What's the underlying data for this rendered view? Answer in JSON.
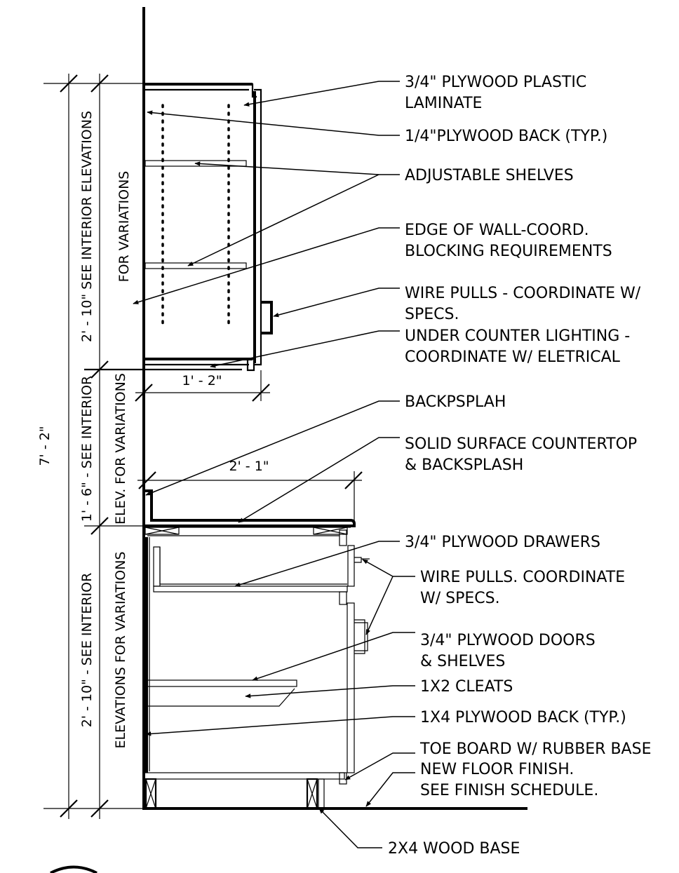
{
  "labels": {
    "plywood_laminate_1": "3/4\" PLYWOOD PLASTIC",
    "plywood_laminate_2": "LAMINATE",
    "plywood_back_upper": "1/4\"PLYWOOD BACK (TYP.)",
    "adjustable_shelves": "ADJUSTABLE SHELVES",
    "wall_edge_1": "EDGE OF WALL-COORD.",
    "wall_edge_2": "BLOCKING REQUIREMENTS",
    "wire_pulls_upper_1": "WIRE PULLS - COORDINATE W/",
    "wire_pulls_upper_2": "SPECS.",
    "lighting_1": "UNDER COUNTER LIGHTING -",
    "lighting_2": "COORDINATE W/ ELETRICAL",
    "backsplash": "BACKPSPLAH",
    "countertop_1": "SOLID SURFACE COUNTERTOP",
    "countertop_2": "& BACKSPLASH",
    "drawers": "3/4\" PLYWOOD DRAWERS",
    "wire_pulls_lower_1": "WIRE PULLS. COORDINATE",
    "wire_pulls_lower_2": "W/ SPECS.",
    "doors_shelves_1": "3/4\" PLYWOOD DOORS",
    "doors_shelves_2": "& SHELVES",
    "cleats": "1X2 CLEATS",
    "plywood_back_lower": "1X4 PLYWOOD BACK (TYP.)",
    "toe_board": "TOE BOARD W/ RUBBER BASE",
    "floor_1": "NEW FLOOR FINISH.",
    "floor_2": "SEE FINISH SCHEDULE.",
    "wood_base": "2X4 WOOD BASE"
  },
  "dimensions": {
    "overall": "7' - 2\"",
    "upper_1": "2' - 10\" SEE INTERIOR ELEVATIONS",
    "upper_2": "FOR VARIATIONS",
    "middle_1": "1' - 6\" - SEE INTERIOR",
    "middle_2": "ELEV. FOR VARIATIONS",
    "lower_1": "2' - 10\" - SEE INTERIOR",
    "lower_2": "ELEVATIONS FOR VARIATIONS",
    "upper_depth": "1' - 2\"",
    "counter_depth": "2' - 1\""
  }
}
